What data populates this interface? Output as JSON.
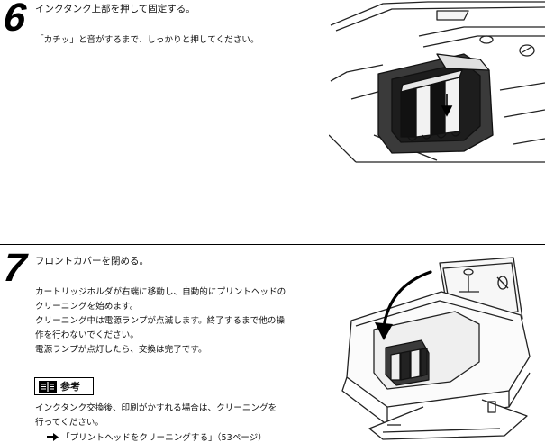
{
  "step6": {
    "number": "6",
    "title": "インクタンク上部を押して固定する。",
    "body": "「カチッ」と音がするまで、しっかりと押してください。"
  },
  "step7": {
    "number": "7",
    "title": "フロントカバーを閉める。",
    "body_lines": [
      "カートリッジホルダが右端に移動し、自動的にプリントヘッドの",
      "クリーニングを始めます。",
      "クリーニング中は電源ランプが点滅します。終了するまで他の操",
      "作を行わないでください。",
      "電源ランプが点灯したら、交換は完了です。"
    ]
  },
  "reference": {
    "label": "参考",
    "icon": "book-icon",
    "lines": [
      "インクタンク交換後、印刷がかすれる場合は、クリーニングを",
      "行ってください。"
    ],
    "link_icon": "arrow-right-icon",
    "link_text": "「プリントヘッドをクリーニングする」（53ページ）"
  }
}
